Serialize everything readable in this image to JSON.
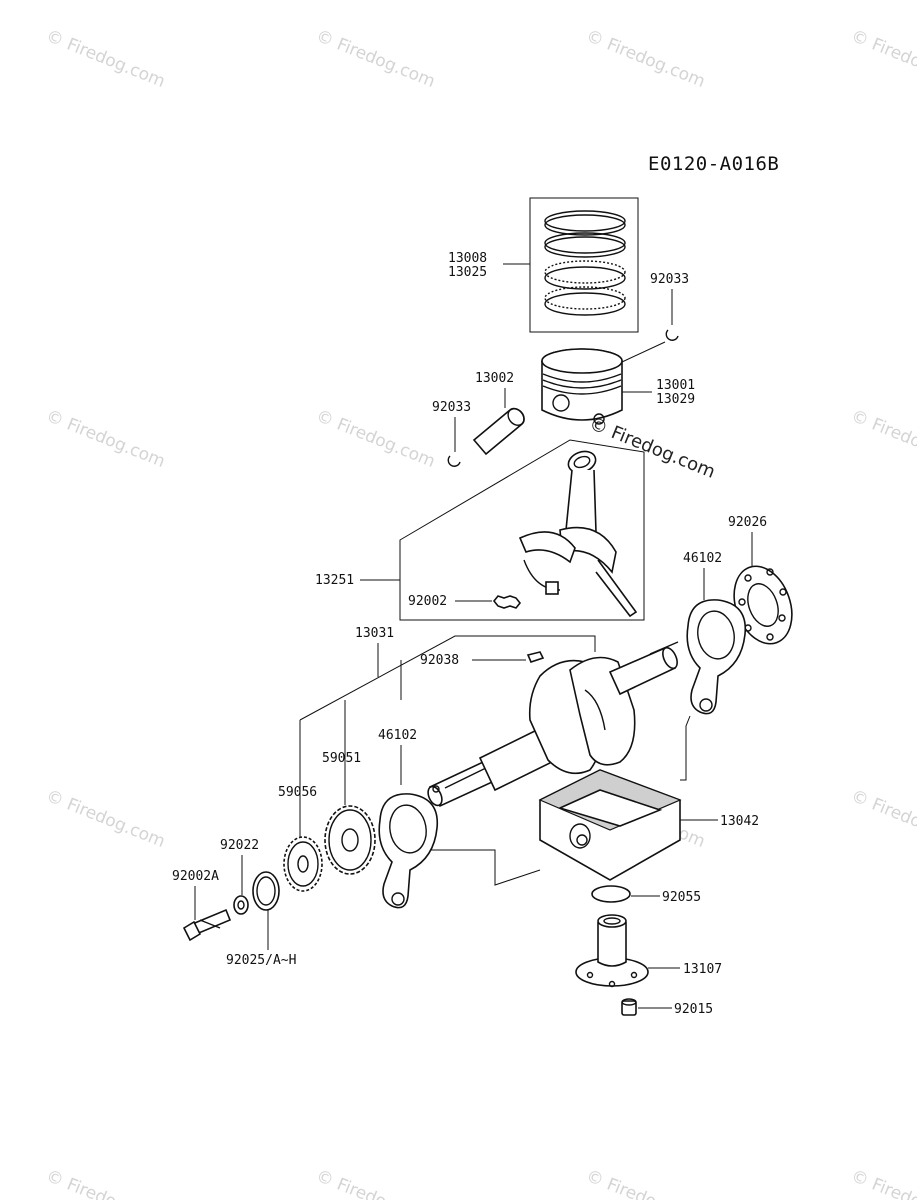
{
  "diagram_code": "E0120-A016B",
  "watermark_text": "© Firedog.com",
  "center_watermark": "© Firedog.com",
  "parts": {
    "piston_ring_set": [
      "13008",
      "13025"
    ],
    "circlip_top": "92033",
    "piston_pin": "13002",
    "circlip_left": "92033",
    "piston": [
      "13001",
      "13029"
    ],
    "connecting_rod": "13251",
    "rod_bolt": "92002",
    "plate_right": "46102",
    "plate_washer": "92026",
    "crankshaft": "13031",
    "key": "92038",
    "plate_left": "46102",
    "gear_large": "59051",
    "gear_small": "59056",
    "washer_small": "92022",
    "bolt": "92002A",
    "shim": "92025/A~H",
    "balancer_weight": "13042",
    "o_ring": "92055",
    "shaft_holder": "13107",
    "plug": "92015"
  }
}
